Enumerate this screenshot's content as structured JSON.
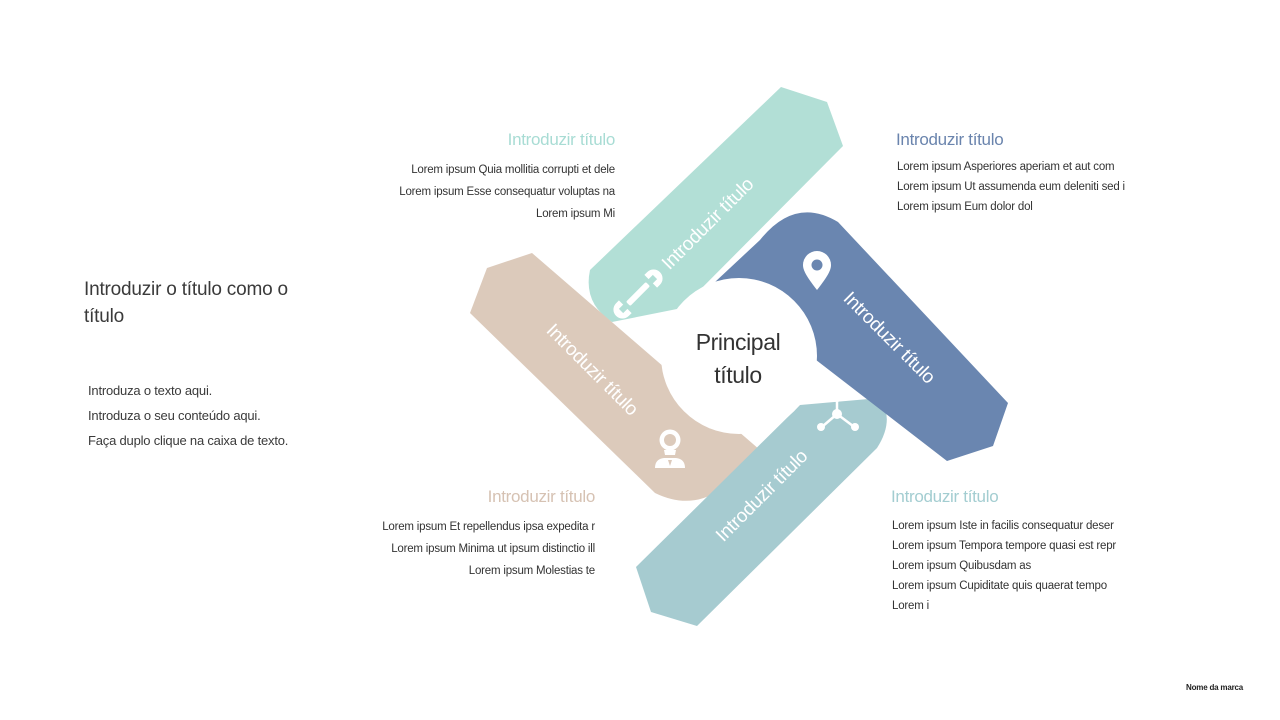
{
  "colors": {
    "teal": "#b2dfd6",
    "blue": "#6a86b0",
    "beige": "#dccabb",
    "lightblue": "#a6cbd0",
    "center_fill": "#ffffff",
    "text_dark": "#333333"
  },
  "left_panel": {
    "title": "Introduzir o título como o título",
    "lines": [
      "Introduza o texto aqui.",
      "Introduza o seu conteúdo aqui.",
      "Faça duplo clique na caixa de texto."
    ]
  },
  "center": {
    "line1": "Principal",
    "line2": "título"
  },
  "bands": {
    "teal": {
      "label": "Introduzir título",
      "icon": "wrench-icon"
    },
    "blue": {
      "label": "Introduzir título",
      "icon": "location-pin-icon"
    },
    "beige": {
      "label": "Introduzir título",
      "icon": "lightbulb-person-icon"
    },
    "lightblue": {
      "label": "Introduzir título",
      "icon": "network-nodes-icon"
    }
  },
  "blocks": {
    "top_left": {
      "title": "Introduzir título",
      "lines": [
        "Lorem ipsum Quia mollitia corrupti et dele",
        "Lorem ipsum Esse consequatur voluptas na",
        "Lorem ipsum Mi"
      ]
    },
    "top_right": {
      "title": "Introduzir título",
      "lines": [
        "Lorem ipsum Asperiores aperiam et aut com",
        "Lorem ipsum Ut assumenda eum deleniti sed i",
        "Lorem ipsum Eum dolor dol"
      ]
    },
    "bottom_left": {
      "title": "Introduzir título",
      "lines": [
        "Lorem ipsum Et repellendus ipsa expedita r",
        "Lorem ipsum Minima ut ipsum distinctio ill",
        "Lorem ipsum Molestias te"
      ]
    },
    "bottom_right": {
      "title": "Introduzir título",
      "lines": [
        "Lorem ipsum Iste in facilis consequatur deser",
        "Lorem ipsum Tempora tempore quasi est repr",
        "Lorem ipsum Quibusdam as",
        "Lorem ipsum Cupiditate quis quaerat tempo",
        "Lorem i"
      ]
    }
  },
  "brand": "Nome da marca"
}
